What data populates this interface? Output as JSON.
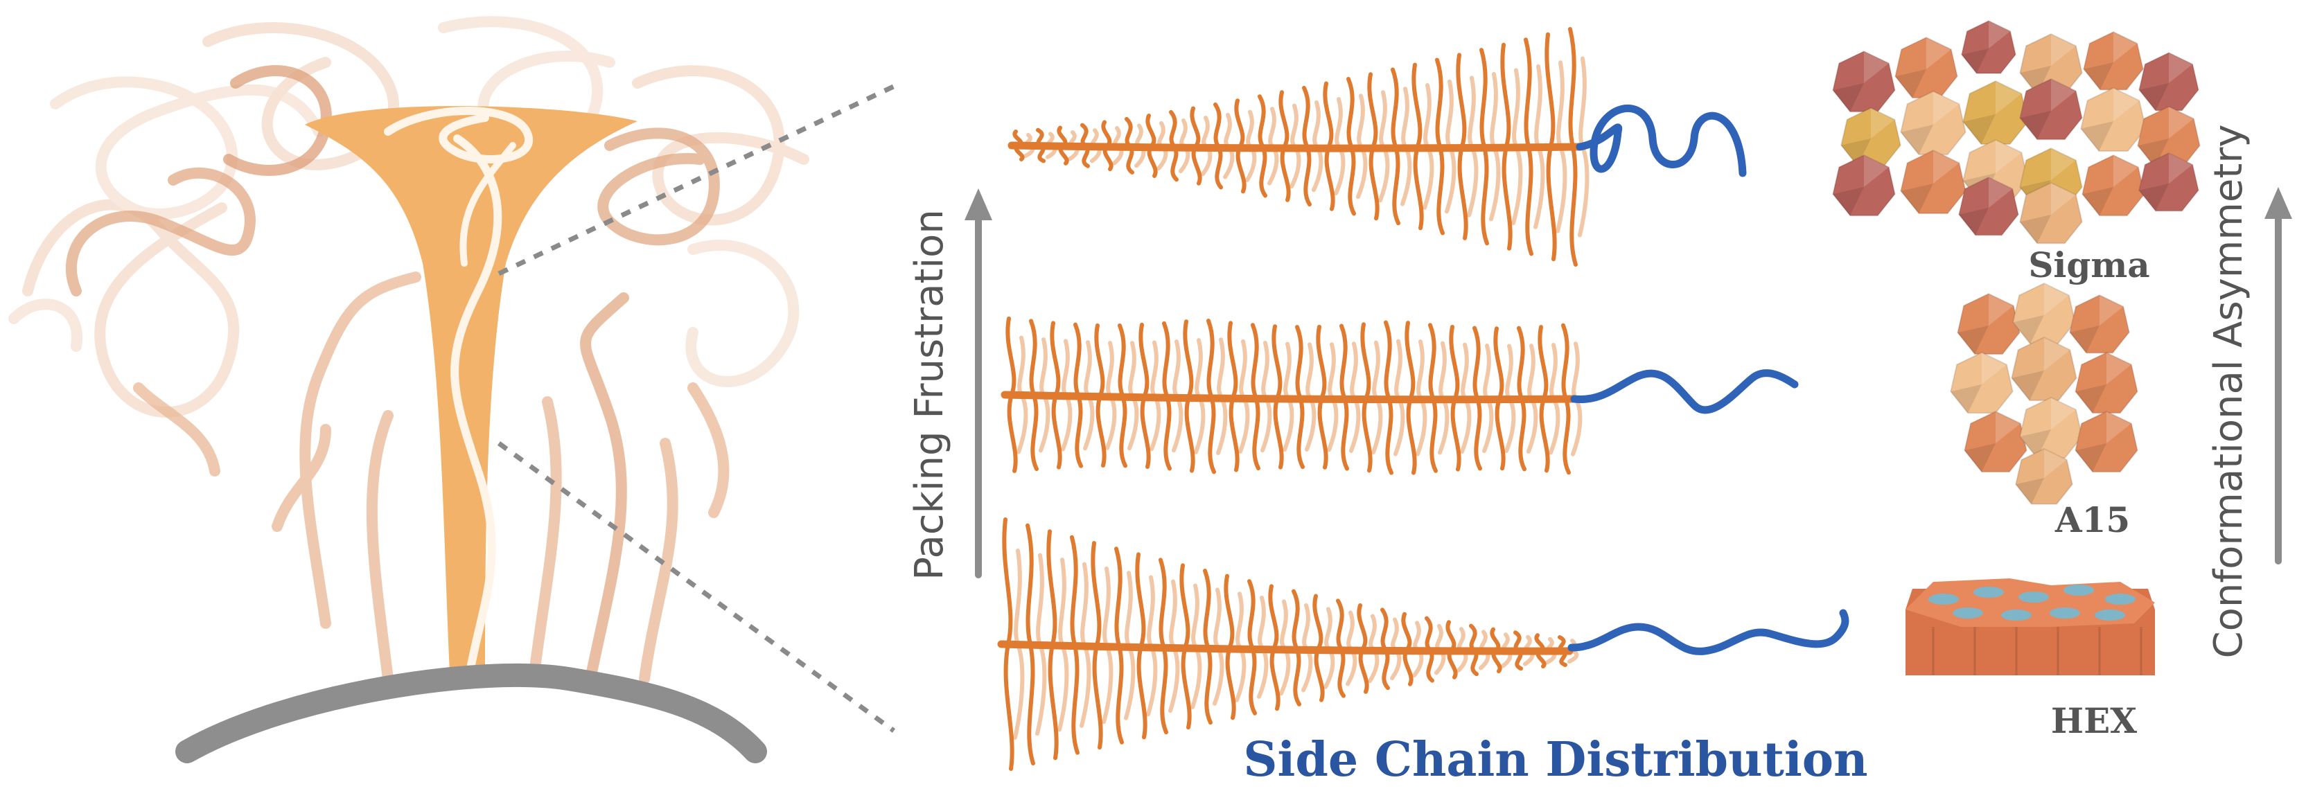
{
  "labels": {
    "side_chain_distribution": "Side Chain Distribution",
    "packing_frustration": "Packing Frustration",
    "conformational_asymmetry": "Conformational Asymmetry",
    "sigma": "Sigma",
    "a15": "A15",
    "hex": "HEX"
  },
  "colors": {
    "backbone": "#e07a2e",
    "tail": "#2f63b7",
    "title_blue": "#2a55a0",
    "arrow_gray": "#8c8c8c",
    "dashed": "#8a8a8a",
    "substrate": "#8e8e8e",
    "cone_fill": "#f2b26a",
    "coil": "#e9b48a",
    "label_gray": "#555555"
  }
}
